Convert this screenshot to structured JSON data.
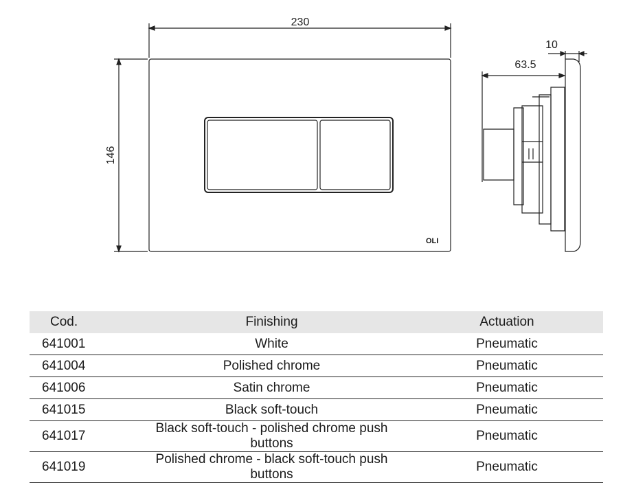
{
  "drawing": {
    "width_dim": "230",
    "height_dim": "146",
    "depth_dim": "63.5",
    "plate_thickness_dim": "10",
    "logo": "OLI"
  },
  "table": {
    "headers": [
      "Cod.",
      "Finishing",
      "Actuation"
    ],
    "rows": [
      {
        "code": "641001",
        "finishing": "White",
        "actuation": "Pneumatic"
      },
      {
        "code": "641004",
        "finishing": "Polished chrome",
        "actuation": "Pneumatic"
      },
      {
        "code": "641006",
        "finishing": "Satin chrome",
        "actuation": "Pneumatic"
      },
      {
        "code": "641015",
        "finishing": "Black soft-touch",
        "actuation": "Pneumatic"
      },
      {
        "code": "641017",
        "finishing": "Black soft-touch - polished chrome push buttons",
        "actuation": "Pneumatic"
      },
      {
        "code": "641019",
        "finishing": "Polished chrome - black soft-touch push buttons",
        "actuation": "Pneumatic"
      }
    ]
  }
}
